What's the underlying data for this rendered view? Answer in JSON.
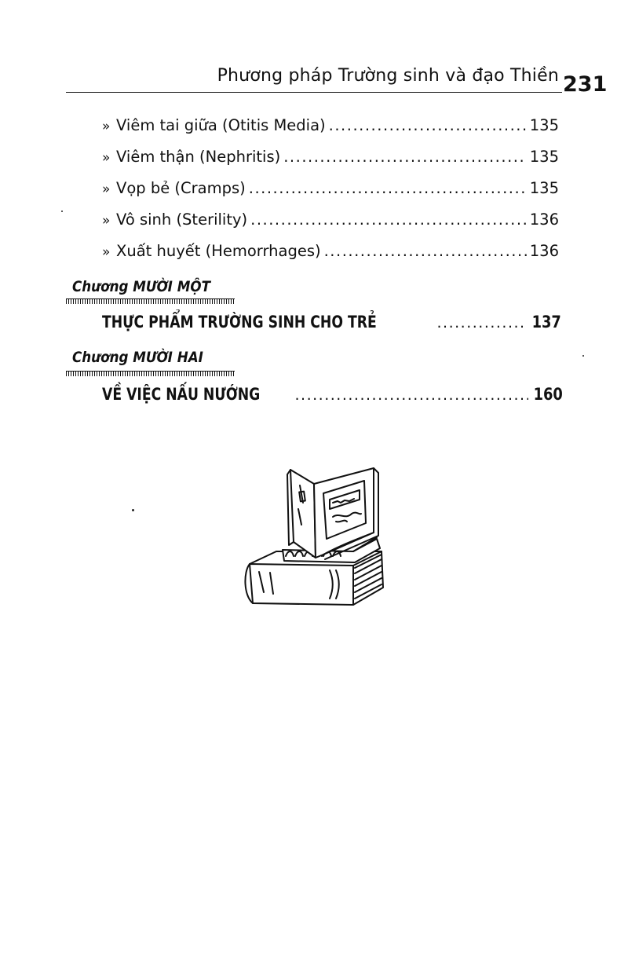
{
  "header": {
    "title": "Phương pháp Trường sinh và đạo Thiền",
    "page_number": "231"
  },
  "toc_entries": [
    {
      "bullet": "»",
      "label": "Viêm tai giữa (Otitis Media)",
      "page": "135"
    },
    {
      "bullet": "»",
      "label": "Viêm thận (Nephritis)",
      "page": "135"
    },
    {
      "bullet": "»",
      "label": "Vọp bẻ (Cramps)",
      "page": "135"
    },
    {
      "bullet": "»",
      "label": "Vô sinh (Sterility)",
      "page": "136"
    },
    {
      "bullet": "»",
      "label": "Xuất huyết (Hemorrhages)",
      "page": "136"
    }
  ],
  "chapters": [
    {
      "heading": "Chương MƯỜI MỘT",
      "entry": "THỰC PHẨM TRƯỜNG SINH CHO TRẺ",
      "page": "137"
    },
    {
      "heading": "Chương MƯỜI HAI",
      "entry": "VỀ VIỆC NẤU NƯỚNG",
      "page": "160"
    }
  ],
  "illustration": {
    "icon": "stacked-books-icon"
  }
}
